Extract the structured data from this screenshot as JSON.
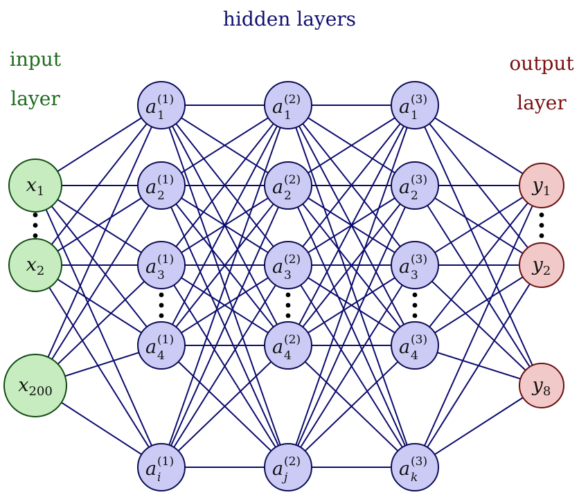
{
  "labels": {
    "hidden": "hidden layers",
    "input_line1": "input",
    "input_line2": "layer",
    "output_line1": "output",
    "output_line2": "layer"
  },
  "colors": {
    "edge": "#0b0b6e",
    "input_fill": "#c6ecbf",
    "input_stroke": "#0f4a0f",
    "input_text": "#1d6b1d",
    "hidden_fill": "#cbcbf6",
    "hidden_stroke": "#0b0b55",
    "hidden_text": "#101070",
    "output_fill": "#f2c9c9",
    "output_stroke": "#6b1010",
    "output_text": "#7a1010"
  },
  "layers": [
    {
      "id": "input",
      "dots_between": [
        1,
        2
      ],
      "nodes": [
        {
          "base": "x",
          "sub": "1"
        },
        {
          "base": "x",
          "sub": "2"
        },
        {
          "base": "x",
          "sub": "200"
        }
      ]
    },
    {
      "id": "hidden-1",
      "dots_between": [
        3,
        4
      ],
      "nodes": [
        {
          "base": "a",
          "sup": "(1)",
          "sub": "1"
        },
        {
          "base": "a",
          "sup": "(1)",
          "sub": "2"
        },
        {
          "base": "a",
          "sup": "(1)",
          "sub": "3"
        },
        {
          "base": "a",
          "sup": "(1)",
          "sub": "4"
        },
        {
          "base": "a",
          "sup": "(1)",
          "sub": "i"
        }
      ]
    },
    {
      "id": "hidden-2",
      "dots_between": [
        3,
        4
      ],
      "nodes": [
        {
          "base": "a",
          "sup": "(2)",
          "sub": "1"
        },
        {
          "base": "a",
          "sup": "(2)",
          "sub": "2"
        },
        {
          "base": "a",
          "sup": "(2)",
          "sub": "3"
        },
        {
          "base": "a",
          "sup": "(2)",
          "sub": "4"
        },
        {
          "base": "a",
          "sup": "(2)",
          "sub": "j"
        }
      ]
    },
    {
      "id": "hidden-3",
      "dots_between": [
        3,
        4
      ],
      "nodes": [
        {
          "base": "a",
          "sup": "(3)",
          "sub": "1"
        },
        {
          "base": "a",
          "sup": "(3)",
          "sub": "2"
        },
        {
          "base": "a",
          "sup": "(3)",
          "sub": "3"
        },
        {
          "base": "a",
          "sup": "(3)",
          "sub": "4"
        },
        {
          "base": "a",
          "sup": "(3)",
          "sub": "k"
        }
      ]
    },
    {
      "id": "output",
      "dots_between": [
        1,
        2
      ],
      "nodes": [
        {
          "base": "y",
          "sub": "1"
        },
        {
          "base": "y",
          "sub": "2"
        },
        {
          "base": "y",
          "sub": "8"
        }
      ]
    }
  ]
}
